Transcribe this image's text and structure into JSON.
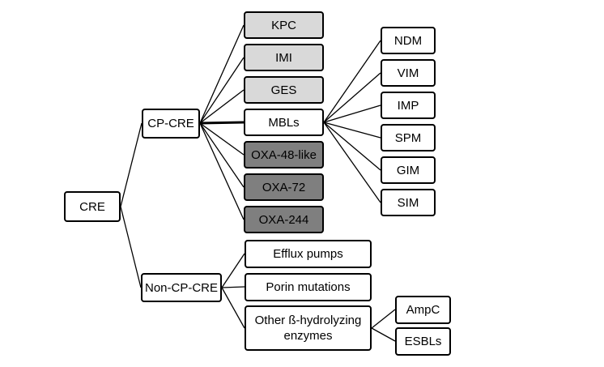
{
  "diagram": {
    "root": {
      "label": "CRE"
    },
    "branches": {
      "cp_cre": {
        "label": "CP-CRE"
      },
      "non_cp_cre": {
        "label": "Non-CP-CRE"
      }
    },
    "cp_children": [
      {
        "label": "KPC"
      },
      {
        "label": "IMI"
      },
      {
        "label": "GES"
      },
      {
        "label": "MBLs"
      },
      {
        "label": "OXA-48-like"
      },
      {
        "label": "OXA-72"
      },
      {
        "label": "OXA-244"
      }
    ],
    "mbl_children": [
      {
        "label": "NDM"
      },
      {
        "label": "VIM"
      },
      {
        "label": "IMP"
      },
      {
        "label": "SPM"
      },
      {
        "label": "GIM"
      },
      {
        "label": "SIM"
      }
    ],
    "non_cp_children": [
      {
        "label": "Efflux pumps"
      },
      {
        "label": "Porin mutations"
      },
      {
        "label": "Other ß-hydrolyzing",
        "label_line2": "enzymes"
      }
    ],
    "other_children": [
      {
        "label": "AmpC"
      },
      {
        "label": "ESBLs"
      }
    ],
    "colors": {
      "border": "#000000",
      "fill_white": "#ffffff",
      "fill_light_gray": "#d9d9d9",
      "fill_dark_gray": "#7f7f7f"
    }
  }
}
